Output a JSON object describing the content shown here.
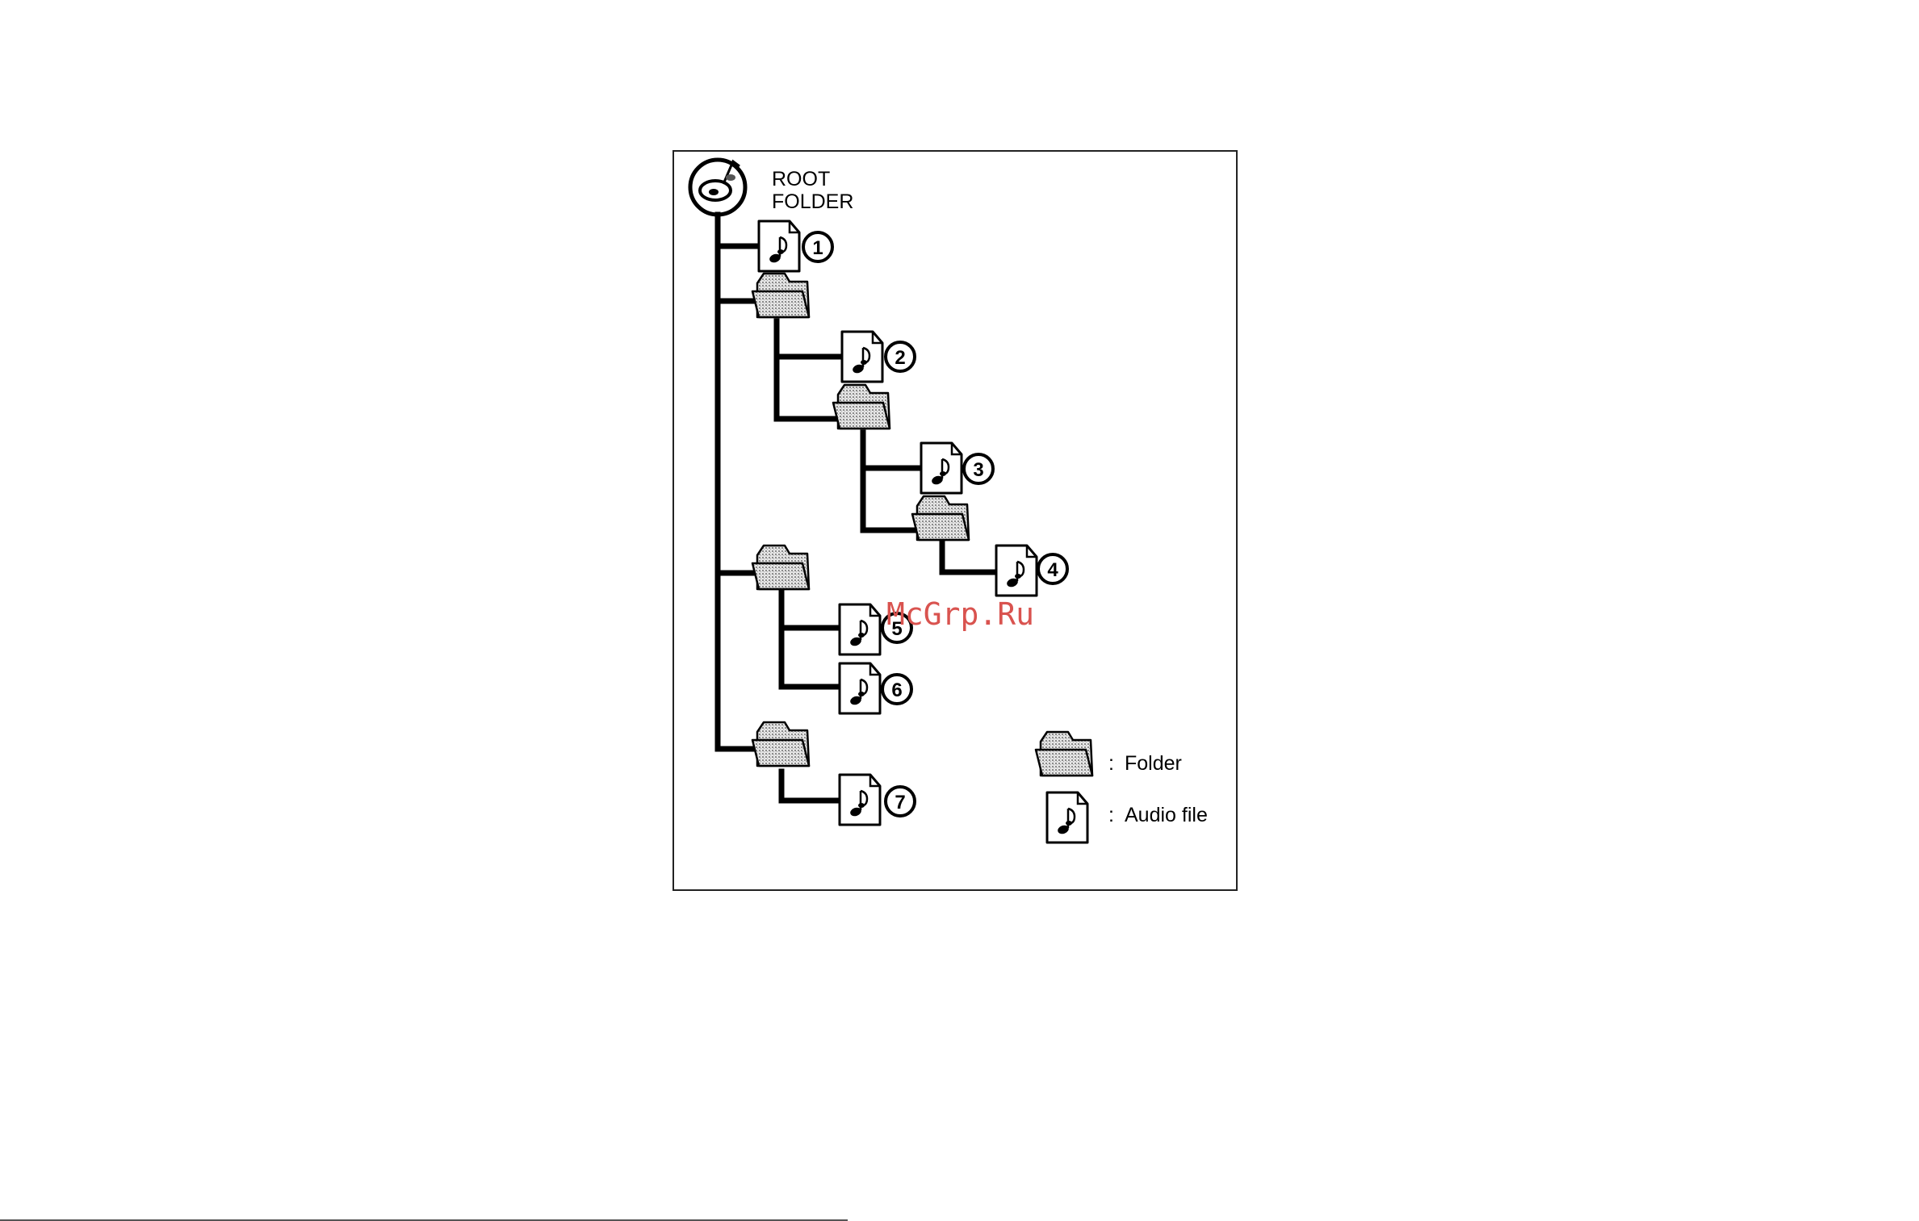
{
  "root": {
    "label_line1": "ROOT",
    "label_line2": "FOLDER",
    "icon": "disc-icon"
  },
  "tracks": [
    "1",
    "2",
    "3",
    "4",
    "5",
    "6",
    "7"
  ],
  "legend": {
    "folder": {
      "separator": ":",
      "label": "Folder",
      "icon": "folder-icon"
    },
    "audio": {
      "separator": ":",
      "label": "Audio file",
      "icon": "audio-file-icon"
    }
  },
  "watermark": {
    "text": "McGrp.Ru",
    "color": "#d9534f"
  },
  "colors": {
    "line": "#000000",
    "folder_fill": "#c8c8c8",
    "paper": "#ffffff"
  }
}
